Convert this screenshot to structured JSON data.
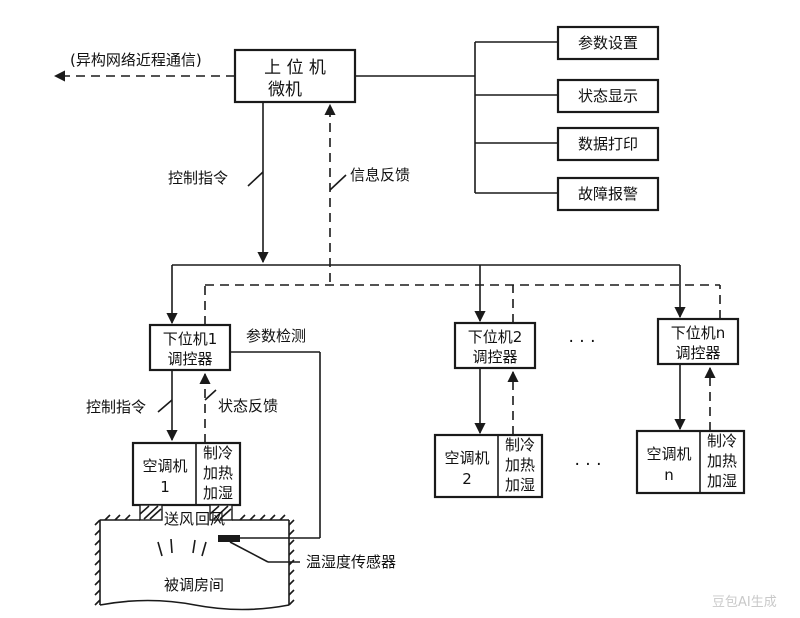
{
  "host": {
    "line1": "上 位 机",
    "line2": "微机",
    "remote_comm": "(异构网络近程通信)"
  },
  "host_functions": [
    "参数设置",
    "状态显示",
    "数据打印",
    "故障报警"
  ],
  "links": {
    "control_cmd": "控制指令",
    "info_feedback": "信息反馈",
    "param_detect": "参数检测",
    "status_feedback": "状态反馈"
  },
  "slaves": {
    "s1": {
      "line1": "下位机1",
      "line2": "调控器"
    },
    "s2": {
      "line1": "下位机2",
      "line2": "调控器"
    },
    "sn": {
      "line1": "下位机n",
      "line2": "调控器"
    },
    "ellipsis": "· · ·"
  },
  "ac_units": {
    "ac1": {
      "name": "空调机",
      "num": "1"
    },
    "ac2": {
      "name": "空调机",
      "num": "2"
    },
    "acn": {
      "name": "空调机",
      "num": "n"
    },
    "functions": [
      "制冷",
      "加热",
      "加湿"
    ],
    "ellipsis": "· · ·"
  },
  "room": {
    "supply_air": "送风",
    "return_air": "回风",
    "label": "被调房间",
    "sensor": "温湿度传感器"
  },
  "watermark": "豆包AI生成"
}
